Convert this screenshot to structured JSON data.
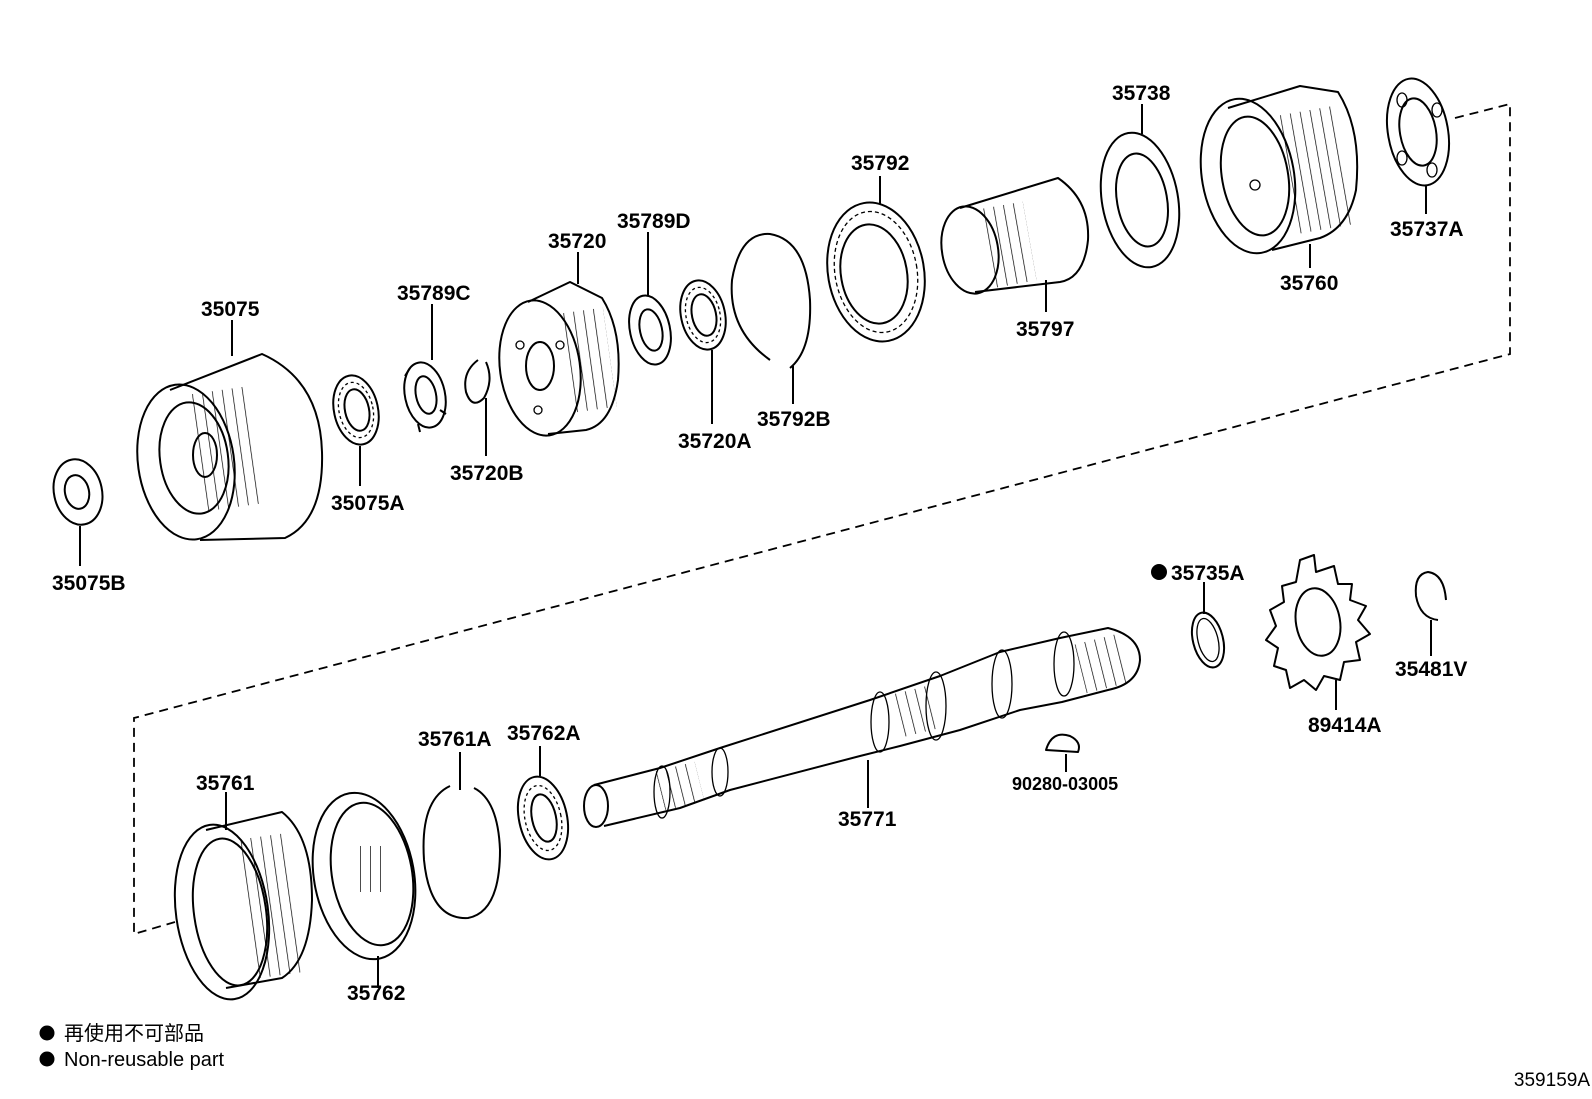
{
  "diagram": {
    "parts": {
      "p35075": "35075",
      "p35075A": "35075A",
      "p35075B": "35075B",
      "p35789C": "35789C",
      "p35720B": "35720B",
      "p35720": "35720",
      "p35789D": "35789D",
      "p35720A": "35720A",
      "p35792B": "35792B",
      "p35792": "35792",
      "p35797": "35797",
      "p35738": "35738",
      "p35760": "35760",
      "p35737A": "35737A",
      "p35735A": "35735A",
      "p35481V": "35481V",
      "p89414A": "89414A",
      "p90280": "90280-03005",
      "p35771": "35771",
      "p35762A": "35762A",
      "p35761A": "35761A",
      "p35761": "35761",
      "p35762": "35762"
    },
    "legend": {
      "japanese": "再使用不可部品",
      "english": "Non-reusable part"
    },
    "drawing_code": "359159A"
  }
}
